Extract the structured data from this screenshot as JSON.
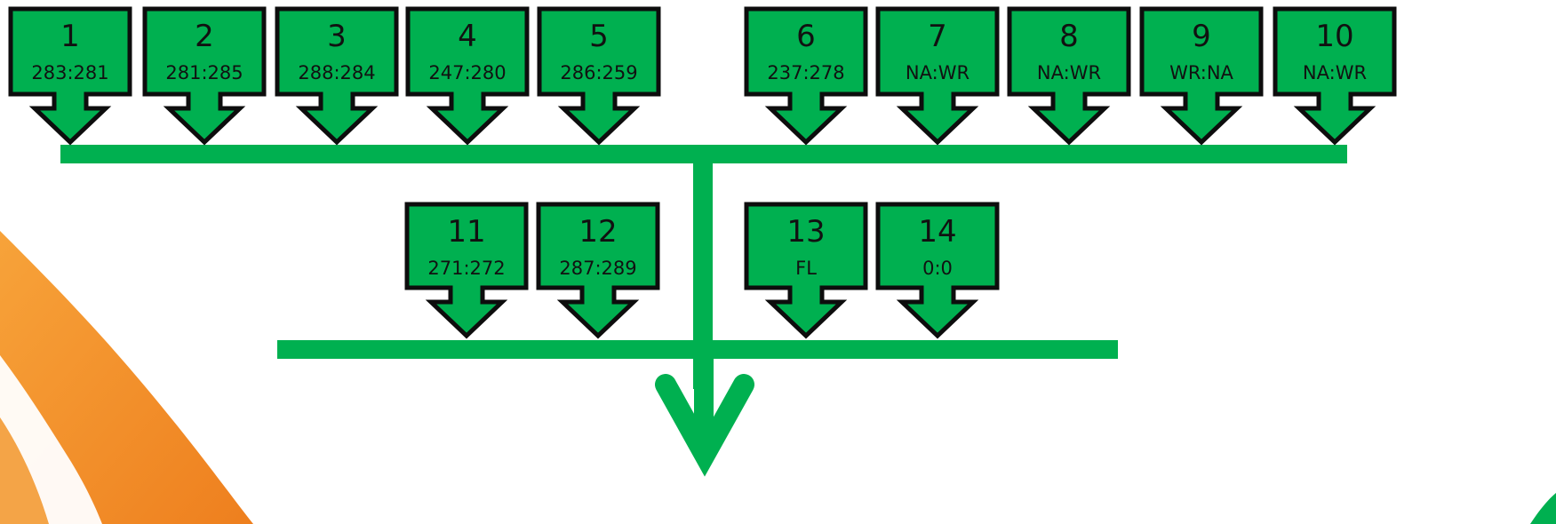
{
  "colors": {
    "box_fill": "#00b050",
    "box_stroke": "#0d0d0d",
    "line": "#00b050",
    "background_swoosh": "#f28a24"
  },
  "row1": [
    {
      "number": "1",
      "score": "283:281"
    },
    {
      "number": "2",
      "score": "281:285"
    },
    {
      "number": "3",
      "score": "288:284"
    },
    {
      "number": "4",
      "score": "247:280"
    },
    {
      "number": "5",
      "score": "286:259"
    },
    {
      "number": "6",
      "score": "237:278"
    },
    {
      "number": "7",
      "score": "NA:WR"
    },
    {
      "number": "8",
      "score": "NA:WR"
    },
    {
      "number": "9",
      "score": "WR:NA"
    },
    {
      "number": "10",
      "score": "NA:WR"
    }
  ],
  "row2": [
    {
      "number": "11",
      "score": "271:272"
    },
    {
      "number": "12",
      "score": "287:289"
    },
    {
      "number": "13",
      "score": "FL"
    },
    {
      "number": "14",
      "score": "0:0"
    }
  ]
}
